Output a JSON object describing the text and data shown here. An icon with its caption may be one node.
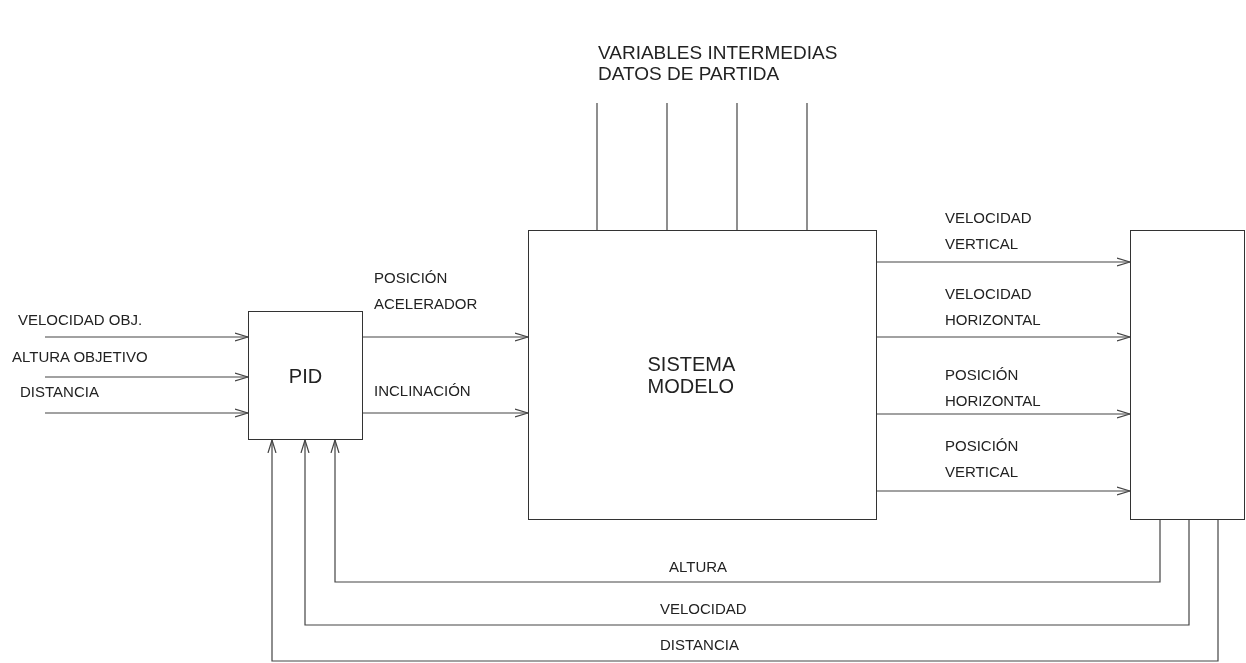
{
  "diagram": {
    "nodes": [
      {
        "text": [
          "PID"
        ]
      },
      {
        "text": [
          "SISTEMA MODELO"
        ]
      },
      {
        "text": [],
        "shape": "box"
      }
    ],
    "edges": [
      {
        "from": null,
        "to": 0,
        "arrow": "to",
        "label": "VELOCIDAD OBJ."
      },
      {
        "from": null,
        "to": 0,
        "arrow": "to",
        "label": "ALTURA OBJETIVO"
      },
      {
        "from": null,
        "to": 0,
        "arrow": "to",
        "label": "DISTANCIA"
      },
      {
        "from": 0,
        "to": 1,
        "arrow": "to",
        "label": "POSICIÓN ACELERADOR"
      },
      {
        "from": 0,
        "to": 1,
        "arrow": "to",
        "label": "INCLINACIÓN"
      },
      {
        "from": 1,
        "to": 2,
        "arrow": "to",
        "label": "VELOCIDAD VERTICAL"
      },
      {
        "from": 1,
        "to": 2,
        "arrow": "to",
        "label": "VELOCIDAD HORIZONTAL"
      },
      {
        "from": 1,
        "to": 2,
        "arrow": "to",
        "label": "POSICIÓN HORIZONTAL"
      },
      {
        "from": 1,
        "to": 2,
        "arrow": "to",
        "label": "POSICIÓN VERTICAL"
      },
      {
        "from": 1,
        "to": null,
        "arrow": "none"
      },
      {
        "from": 1,
        "to": null,
        "arrow": "none"
      },
      {
        "from": 1,
        "to": null,
        "arrow": "none"
      },
      {
        "from": 1,
        "to": null,
        "arrow": "none"
      },
      {
        "from": 2,
        "to": 0,
        "arrow": "to",
        "label": "ALTURA"
      },
      {
        "from": 2,
        "to": 0,
        "arrow": "to",
        "label": "VELOCIDAD"
      },
      {
        "from": 2,
        "to": 0,
        "arrow": "to",
        "label": "DISTANCIA"
      }
    ],
    "labels": [
      "VARIABLES INTERMEDIAS DATOS DE PARTIDA"
    ]
  }
}
